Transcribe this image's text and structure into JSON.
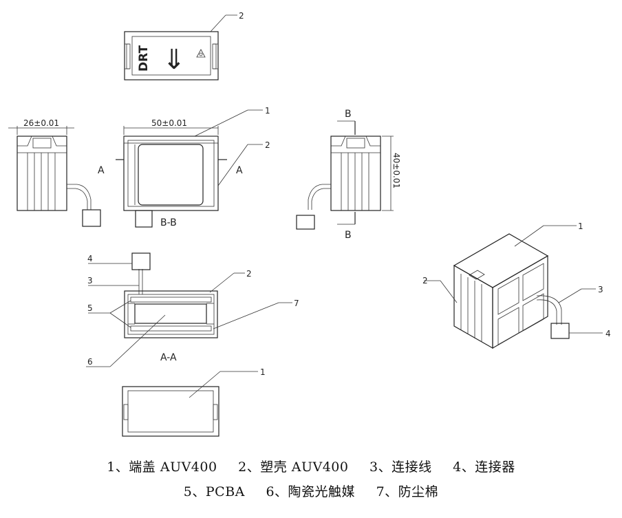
{
  "callouts": {
    "top_view": "2",
    "front_lid": "1",
    "front_shell": "2",
    "aa_connector": "4",
    "aa_wire": "3",
    "aa_shell": "2",
    "aa_pcba": "5",
    "aa_foam": "7",
    "aa_ceramic": "6",
    "bottom_lid": "1",
    "iso_lid": "1",
    "iso_shell": "2",
    "iso_wire": "3",
    "iso_connector": "4"
  },
  "dimensions": {
    "width_side": "26±0.01",
    "width_front": "50±0.01",
    "height_right": "40±0.01"
  },
  "section_labels": {
    "a_left": "A",
    "a_right": "A",
    "b_top": "B",
    "b_bottom": "B",
    "bb": "B-B",
    "aa": "A-A"
  },
  "top_view_marks": {
    "brand": "DRT",
    "arrow": "⇓"
  },
  "legend": {
    "row1": [
      "1、端盖 AUV400",
      "2、塑壳 AUV400",
      "3、连接线",
      "4、连接器"
    ],
    "row2": [
      "5、PCBA",
      "6、陶瓷光触媒",
      "7、防尘棉"
    ]
  }
}
